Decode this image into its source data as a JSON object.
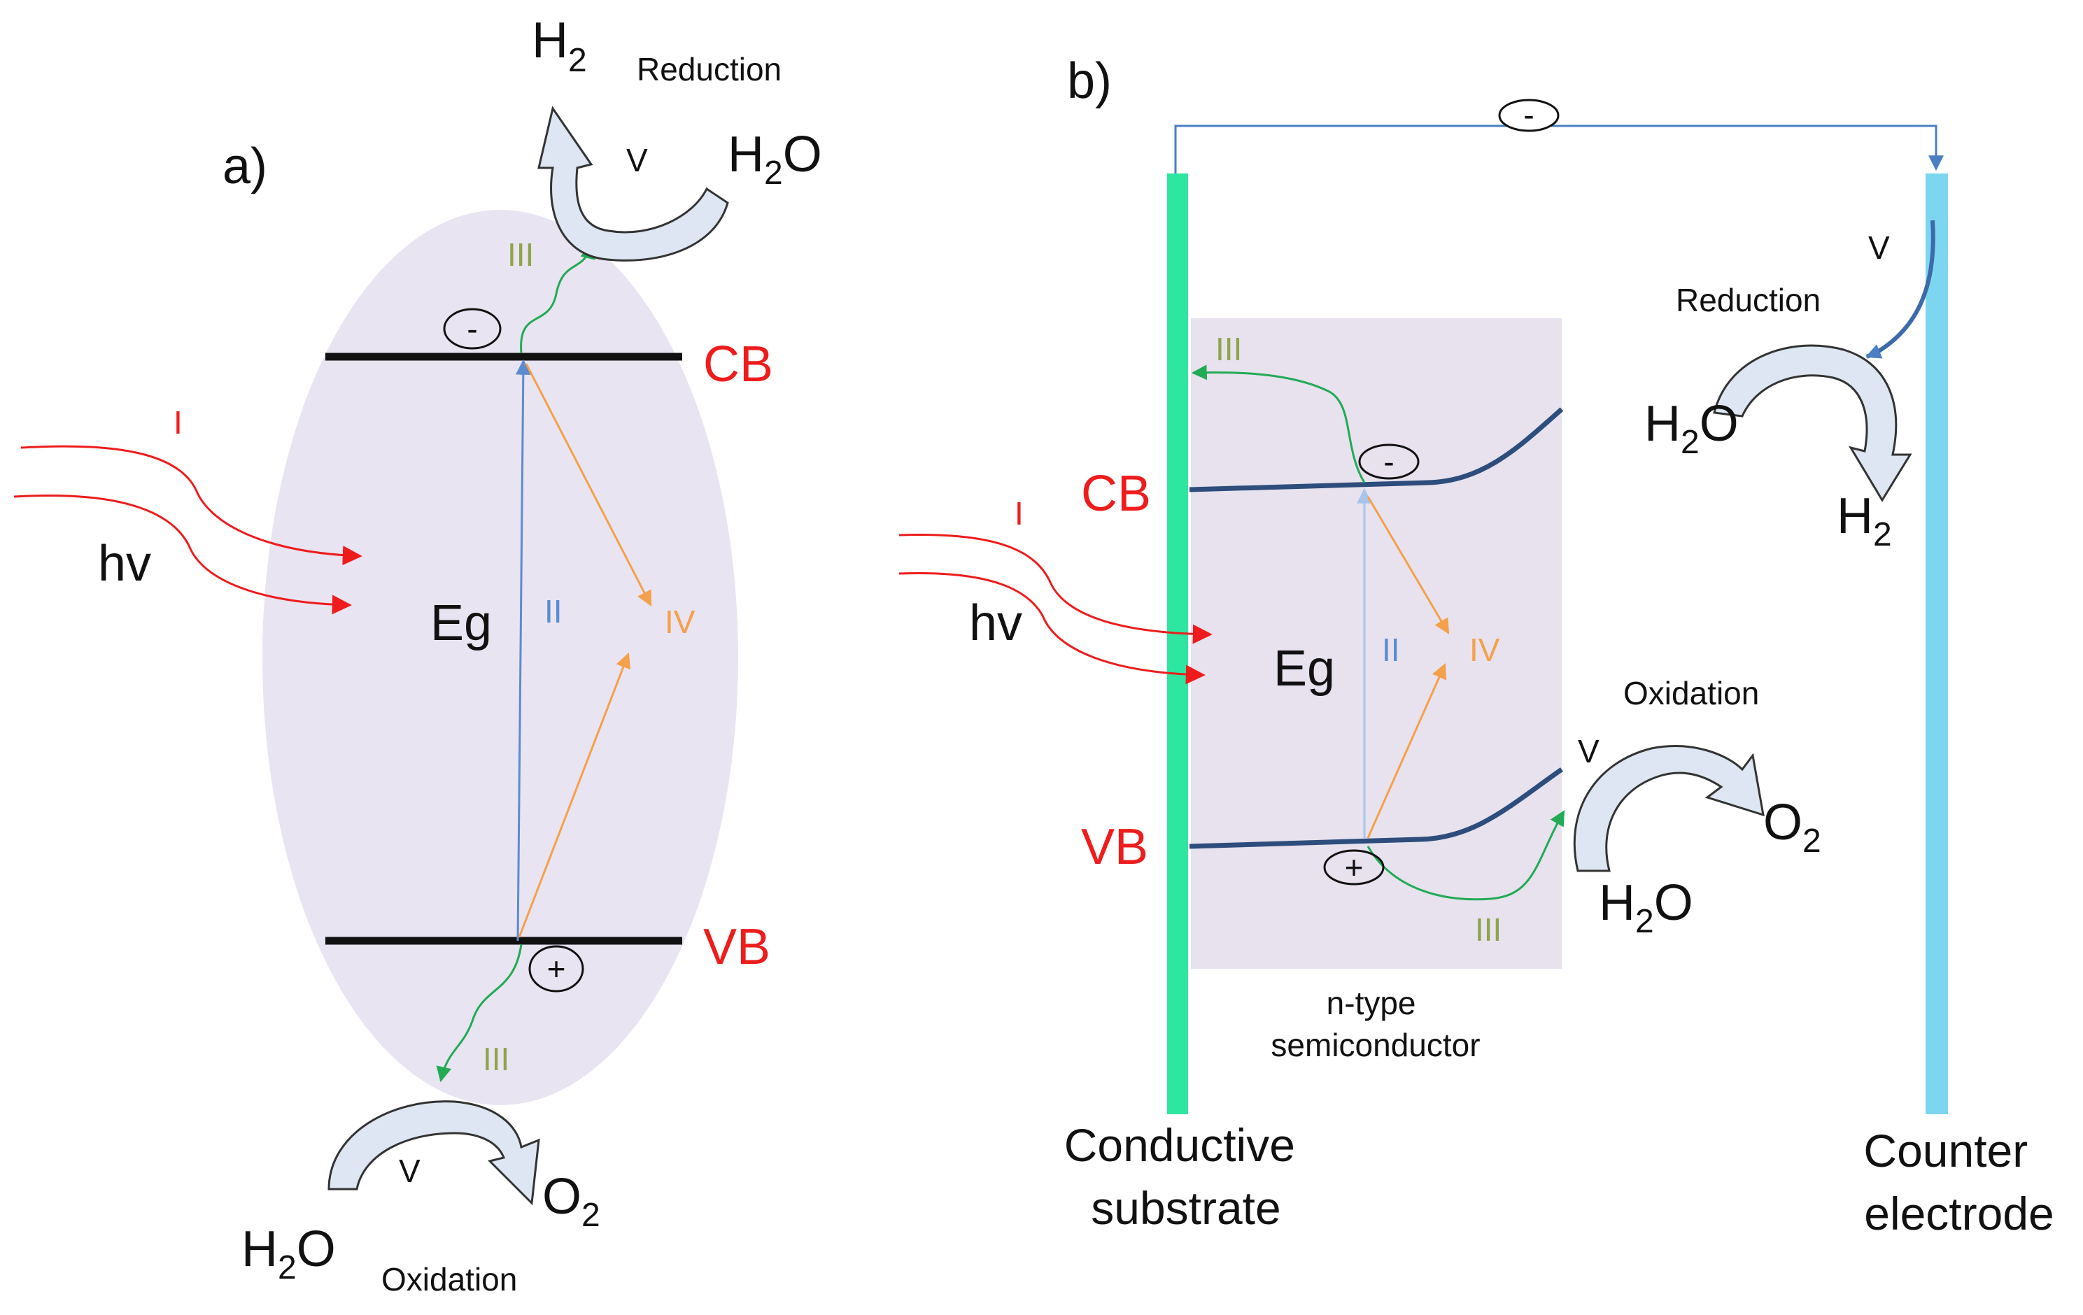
{
  "colors": {
    "red": "#ee1c1c",
    "blue": "#5b8bd0",
    "blue_light": "#a8c4ec",
    "orange": "#f5a04a",
    "green": "#22aa55",
    "roman3": "#8ea54a",
    "band_blue": "#2d4d7c",
    "substrate": "#2ee6a0",
    "counter": "#7dd6f0",
    "panel": "#e7e2ee",
    "ellipse": "#e9e4f2",
    "bubble": "#dde6f2"
  },
  "icons": {
    "curved_arrow": "curved-block-arrow-icon",
    "circle_sign": "circled-charge-icon"
  },
  "panel_a": {
    "label": "a)",
    "cb": "CB",
    "vb": "VB",
    "eg": "Eg",
    "hv": "hv",
    "step_1": "I",
    "step_2": "II",
    "step_3_top": "III",
    "step_3_bottom": "III",
    "step_4": "IV",
    "step_5_top": "V",
    "step_5_bottom": "V",
    "electron": "-",
    "hole": "+",
    "reduction": "Reduction",
    "oxidation": "Oxidation",
    "h2": {
      "base": "H",
      "sub": "2"
    },
    "h2o_top": {
      "base": "H",
      "sub": "2",
      "tail": "O"
    },
    "h2o_bottom": {
      "base": "H",
      "sub": "2",
      "tail": "O"
    },
    "o2": {
      "base": "O",
      "sub": "2"
    }
  },
  "panel_b": {
    "label": "b)",
    "cb": "CB",
    "vb": "VB",
    "eg": "Eg",
    "hv": "hv",
    "step_1": "I",
    "step_2": "II",
    "step_3_top": "III",
    "step_3_bottom": "III",
    "step_4": "IV",
    "step_5_top": "V",
    "step_5_bottom": "V",
    "electron": "-",
    "hole": "+",
    "wire_electron": "-",
    "reduction": "Reduction",
    "oxidation": "Oxidation",
    "h2": {
      "base": "H",
      "sub": "2"
    },
    "h2o_top": {
      "base": "H",
      "sub": "2",
      "tail": "O"
    },
    "h2o_bottom": {
      "base": "H",
      "sub": "2",
      "tail": "O"
    },
    "o2": {
      "base": "O",
      "sub": "2"
    },
    "semiconductor": [
      "n-type",
      "semiconductor"
    ],
    "substrate": [
      "Conductive",
      "substrate"
    ],
    "counter": [
      "Counter",
      "electrode"
    ]
  }
}
